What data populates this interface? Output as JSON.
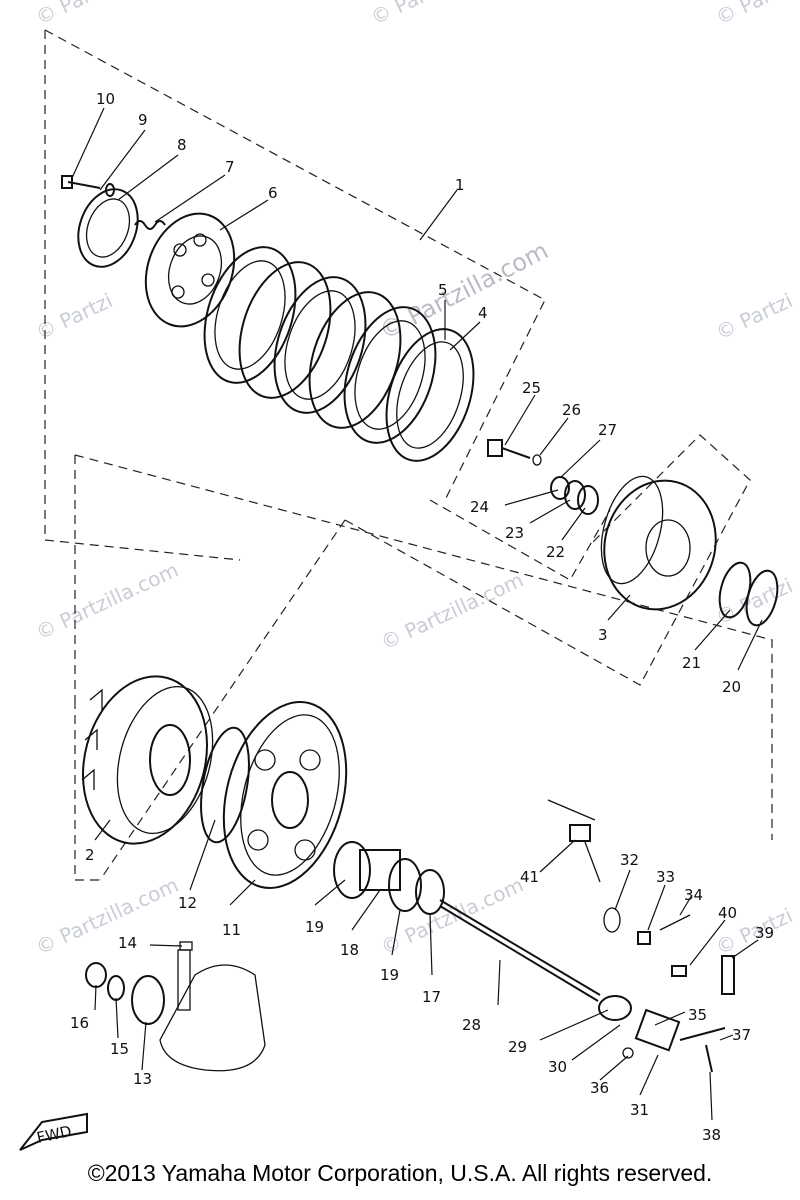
{
  "labels": [
    "1",
    "2",
    "3",
    "4",
    "5",
    "6",
    "7",
    "8",
    "9",
    "10",
    "11",
    "12",
    "13",
    "14",
    "15",
    "16",
    "17",
    "18",
    "19",
    "19",
    "20",
    "21",
    "22",
    "23",
    "24",
    "25",
    "26",
    "27",
    "28",
    "29",
    "30",
    "31",
    "32",
    "33",
    "34",
    "35",
    "36",
    "37",
    "38",
    "39",
    "40",
    "41"
  ],
  "watermark": "© Partzilla.com",
  "watermark_short": "© Partzi",
  "fwd": "FWD",
  "copyright": "©2013 Yamaha Motor Corporation, U.S.A. All rights reserved."
}
